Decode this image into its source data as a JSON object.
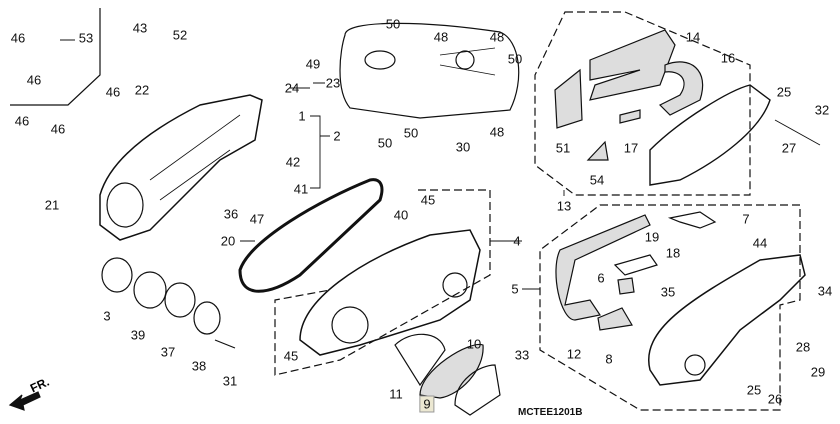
{
  "diagram_code": "MCTEE1201B",
  "direction_marker": "FR.",
  "highlighted_part": "9",
  "callouts": [
    "46",
    "53",
    "46",
    "43",
    "52",
    "50",
    "48",
    "48",
    "50",
    "14",
    "16",
    "49",
    "23",
    "24",
    "22",
    "46",
    "1",
    "2",
    "46",
    "46",
    "42",
    "41",
    "21",
    "36",
    "47",
    "50",
    "50",
    "30",
    "48",
    "25",
    "32",
    "51",
    "17",
    "27",
    "54",
    "13",
    "45",
    "40",
    "20",
    "4",
    "7",
    "44",
    "19",
    "18",
    "6",
    "35",
    "34",
    "5",
    "3",
    "39",
    "37",
    "38",
    "31",
    "45",
    "12",
    "8",
    "28",
    "11",
    "9",
    "10",
    "33",
    "25",
    "26",
    "29"
  ]
}
